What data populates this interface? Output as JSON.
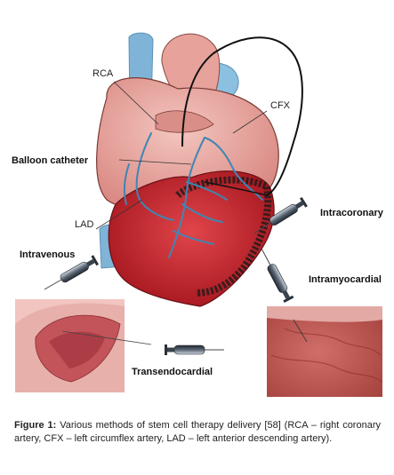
{
  "labels": {
    "rca": "RCA",
    "cfx": "CFX",
    "balloon": "Balloon catheter",
    "lad": "LAD",
    "intravenous": "Intravenous",
    "intracoronary": "Intracoronary",
    "intramyocardial": "Intramyocardial",
    "transendocardial": "Transendocardial"
  },
  "caption": {
    "label": "Figure 1:",
    "text": " Various methods of stem cell therapy delivery [58] (RCA – right coronary artery, CFX – left circumflex artery, LAD – left anterior descending artery)."
  },
  "colors": {
    "vessel_blue": "#7fb4d8",
    "heart_pink": "#e8a7a2",
    "heart_red": "#c8242c",
    "tissue": "#c9605f"
  }
}
